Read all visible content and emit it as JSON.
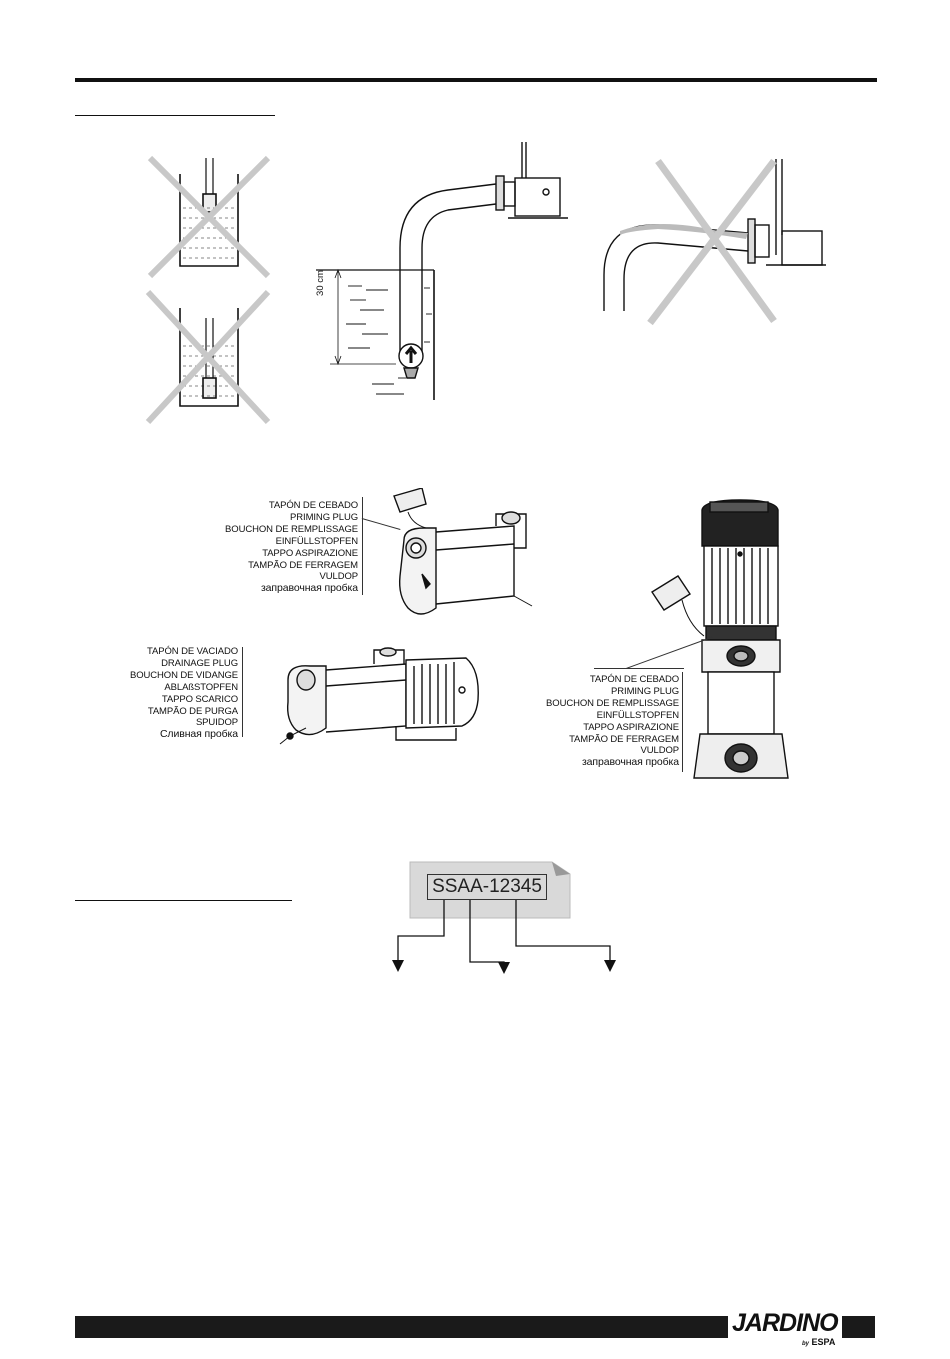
{
  "priming_plug_labels": {
    "es": "TAPÓN DE CEBADO",
    "en": "PRIMING PLUG",
    "fr": "BOUCHON DE REMPLISSAGE",
    "de": "EINFÜLLSTOPFEN",
    "it": "TAPPO ASPIRAZIONE",
    "pt": "TAMPÃO DE FERRAGEM",
    "nl": "VULDOP",
    "ru": "заправочная пробка"
  },
  "drainage_plug_labels": {
    "es": "TAPÓN DE VACIADO",
    "en": "DRAINAGE PLUG",
    "fr": "BOUCHON DE VIDANGE",
    "de": "ABLAßSTOPFEN",
    "it": "TAPPO SCARICO",
    "pt": "TAMPÃO DE PURGA",
    "nl": "SPUIDOP",
    "ru": "Сливная пробка"
  },
  "suction_depth_label": "30 cm",
  "serial_plate": {
    "code": "SSAA-12345"
  },
  "brand": {
    "name": "JARDINO",
    "by": "by",
    "maker": "ESPA"
  },
  "colors": {
    "ink": "#111111",
    "cross": "#c8c8c8",
    "plate": "#d9d9d9"
  }
}
